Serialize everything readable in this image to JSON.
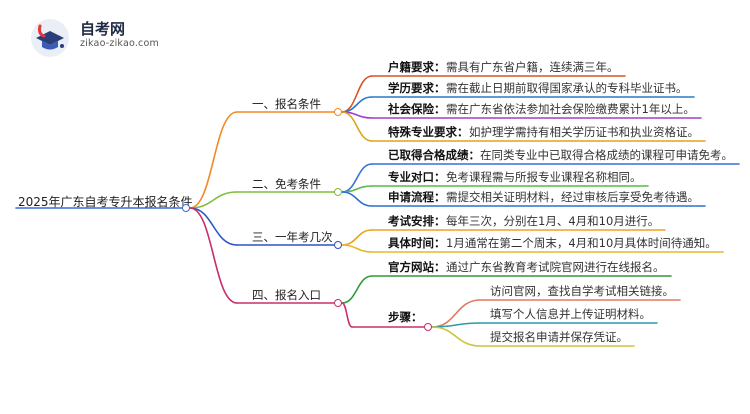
{
  "header": {
    "site_name": "自考网",
    "site_url": "zikao-zikao.com"
  },
  "root": {
    "label": "2025年广东自考专升本报名条件"
  },
  "branches": [
    {
      "label": "一、报名条件",
      "color": "#f08a26",
      "children": [
        {
          "label": "户籍要求：",
          "text": "需具有广东省户籍，连续满三年。",
          "color": "#d4552a"
        },
        {
          "label": "学历要求：",
          "text": "需在截止日期前取得国家承认的专科毕业证书。",
          "color": "#2b79c9"
        },
        {
          "label": "社会保险：",
          "text": "需在广东省依法参加社会保险缴费累计1年以上。",
          "color": "#a23fc7"
        },
        {
          "label": "特殊专业要求：",
          "text": "如护理学需持有相关学历证书和执业资格证。",
          "color": "#e0a21c"
        }
      ]
    },
    {
      "label": "二、免考条件",
      "color": "#7dbf3a",
      "children": [
        {
          "label": "已取得合格成绩：",
          "text": "在同类专业中已取得合格成绩的课程可申请免考。",
          "color": "#3a6fd8"
        },
        {
          "label": "专业对口：",
          "text": "免考课程需与所报专业课程名称相同。",
          "color": "#5cb848"
        },
        {
          "label": "申请流程：",
          "text": "需提交相关证明材料，经过审核后享受免考待遇。",
          "color": "#2e6fd1"
        }
      ]
    },
    {
      "label": "三、一年考几次",
      "color": "#2a55c4",
      "children": [
        {
          "label": "考试安排：",
          "text": "每年三次，分别在1月、4月和10月进行。",
          "color": "#f0a020"
        },
        {
          "label": "具体时间：",
          "text": "1月通常在第二个周末，4月和10月具体时间待通知。",
          "color": "#e5b82a"
        }
      ]
    },
    {
      "label": "四、报名入口",
      "color": "#c7306d",
      "children": [
        {
          "label": "官方网站：",
          "text": "通过广东省教育考试院官网进行在线报名。",
          "color": "#2f9c3a"
        },
        {
          "label": "步骤：",
          "text": "",
          "color": "#c7306d",
          "children": [
            {
              "text": "访问官网，查找自学考试相关链接。",
              "color": "#e07a5f"
            },
            {
              "text": "填写个人信息并上传证明材料。",
              "color": "#2a9aa8"
            },
            {
              "text": "提交报名申请并保存凭证。",
              "color": "#cfc43a"
            }
          ]
        }
      ]
    }
  ]
}
